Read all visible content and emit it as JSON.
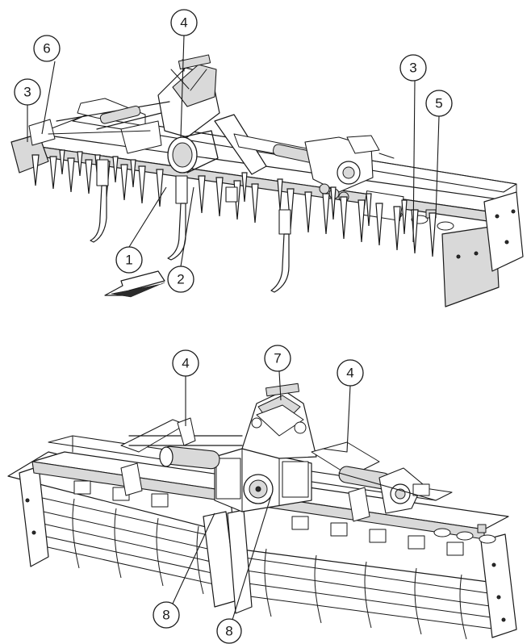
{
  "callouts": {
    "c1": "1",
    "c2": "2",
    "c3a": "3",
    "c3b": "3",
    "c4a": "4",
    "c5": "5",
    "c6": "6",
    "c4b": "4",
    "c4c": "4",
    "c7": "7",
    "c8a": "8",
    "c8b": "8"
  },
  "colors": {
    "line": "#1a1a1a",
    "metal_light": "#d9d9d9",
    "metal_dark": "#8c8c8c",
    "background": "#ffffff"
  },
  "icons": {
    "direction": "travel-direction-arrow-icon"
  }
}
